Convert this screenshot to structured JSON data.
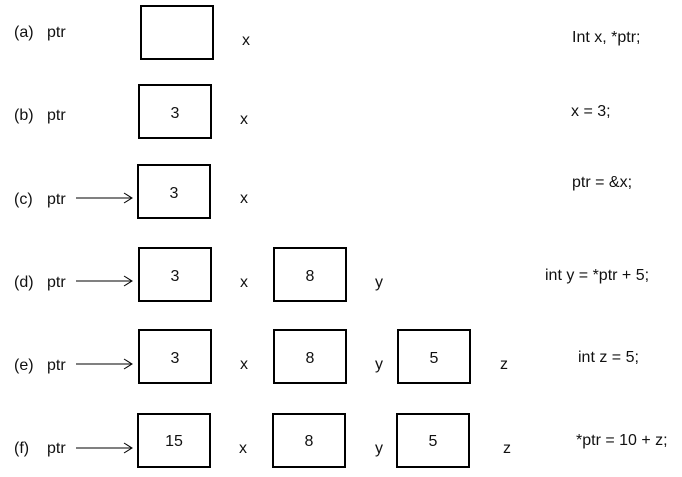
{
  "rows": [
    {
      "tag": "(a)",
      "ptr": "ptr",
      "pointing": false,
      "x_value": "",
      "x_name": "x",
      "y_value": null,
      "y_name": null,
      "z_value": null,
      "z_name": null,
      "statement": "Int x, *ptr;"
    },
    {
      "tag": "(b)",
      "ptr": "ptr",
      "pointing": false,
      "x_value": "3",
      "x_name": "x",
      "y_value": null,
      "y_name": null,
      "z_value": null,
      "z_name": null,
      "statement": "x = 3;"
    },
    {
      "tag": "(c)",
      "ptr": "ptr",
      "pointing": true,
      "x_value": "3",
      "x_name": "x",
      "y_value": null,
      "y_name": null,
      "z_value": null,
      "z_name": null,
      "statement": "ptr = &x;"
    },
    {
      "tag": "(d)",
      "ptr": "ptr",
      "pointing": true,
      "x_value": "3",
      "x_name": "x",
      "y_value": "8",
      "y_name": "y",
      "z_value": null,
      "z_name": null,
      "statement": "int y = *ptr + 5;"
    },
    {
      "tag": "(e)",
      "ptr": "ptr",
      "pointing": true,
      "x_value": "3",
      "x_name": "x",
      "y_value": "8",
      "y_name": "y",
      "z_value": "5",
      "z_name": "z",
      "statement": "int z = 5;"
    },
    {
      "tag": "(f)",
      "ptr": "ptr",
      "pointing": true,
      "x_value": "15",
      "x_name": "x",
      "y_value": "8",
      "y_name": "y",
      "z_value": "5",
      "z_name": "z",
      "statement": "*ptr = 10 + z;"
    }
  ]
}
